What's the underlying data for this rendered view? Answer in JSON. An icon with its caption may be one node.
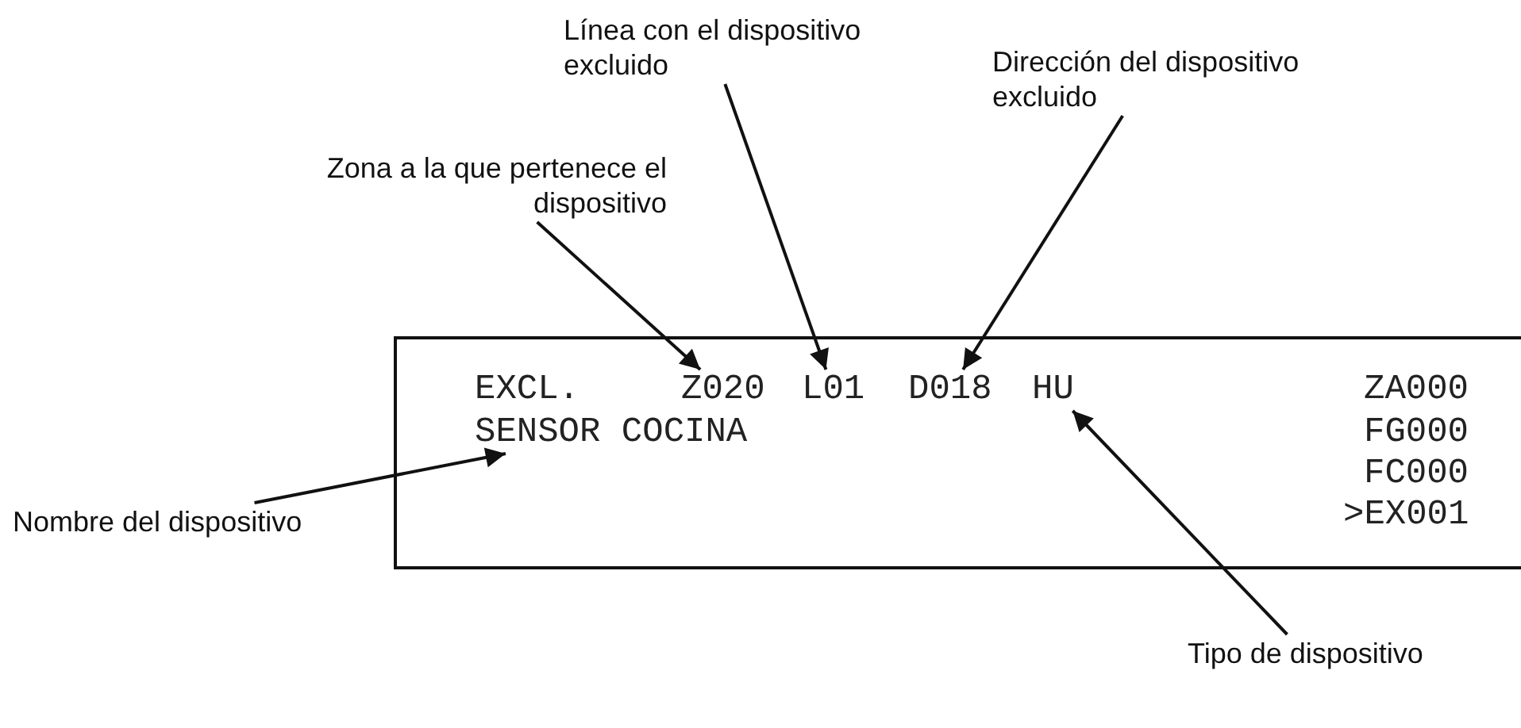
{
  "diagram": {
    "nodes": [
      {
        "text": [
          "Línea con el dispositivo excluido"
        ]
      },
      {
        "text": [
          "Dirección del dispositivo excluido"
        ]
      },
      {
        "text": [
          "Zona a la que pertenece el dispositivo"
        ]
      },
      {
        "text": [
          "EXCL.",
          "ZA000",
          "FG000",
          "FC000",
          ">EX001"
        ]
      },
      {
        "text": [
          "Z020"
        ],
        "in": 3
      },
      {
        "text": [
          "L01"
        ],
        "in": 3
      },
      {
        "text": [
          "D018"
        ],
        "in": 3
      },
      {
        "text": [
          "HU"
        ],
        "in": 3
      },
      {
        "text": [
          "SENSOR COCINA"
        ],
        "in": 3
      },
      {
        "text": [
          "Nombre del dispositivo"
        ]
      },
      {
        "text": [
          "Tipo de dispositivo"
        ]
      }
    ],
    "edges": [
      {
        "from": 2,
        "to": 4,
        "arrow": "to"
      },
      {
        "from": 0,
        "to": 5,
        "arrow": "to"
      },
      {
        "from": 1,
        "to": 6,
        "arrow": "to"
      },
      {
        "from": 9,
        "to": 8,
        "arrow": "to"
      },
      {
        "from": 10,
        "to": 7,
        "arrow": "to"
      }
    ]
  }
}
